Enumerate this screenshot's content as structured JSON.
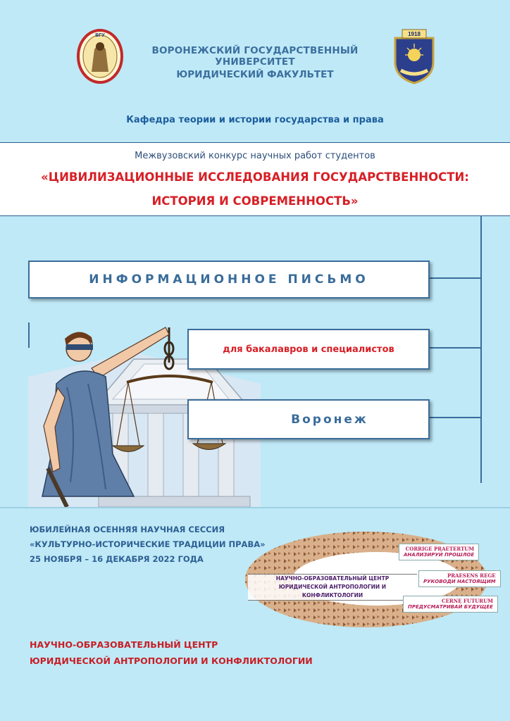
{
  "header": {
    "university": "ВОРОНЕЖСКИЙ ГОСУДАРСТВЕННЫЙ УНИВЕРСИТЕТ",
    "faculty": "ЮРИДИЧЕСКИЙ ФАКУЛЬТЕТ",
    "department": "Кафедра теории и истории государства и права",
    "left_logo_text": "ВГУ",
    "right_logo_text": "1918"
  },
  "contest": {
    "subtitle": "Межвузовский конкурс научных работ студентов",
    "title_line1": "«ЦИВИЛИЗАЦИОННЫЕ ИССЛЕДОВАНИЯ ГОСУДАРСТВЕННОСТИ:",
    "title_line2": "ИСТОРИЯ И СОВРЕМЕННОСТЬ»"
  },
  "boxes": {
    "info_letter": "ИНФОРМАЦИОННОЕ ПИСЬМО",
    "audience": "для бакалавров и специалистов",
    "city": "Воронеж"
  },
  "session": {
    "line1": "ЮБИЛЕЙНАЯ ОСЕННЯЯ НАУЧНАЯ СЕССИЯ",
    "line2": "«КУЛЬТУРНО-ИСТОРИЧЕСКИЕ ТРАДИЦИИ ПРАВА»",
    "line3": "25 НОЯБРЯ – 16 ДЕКАБРЯ 2022 ГОДА"
  },
  "emblem": {
    "center_line1": "НАУЧНО-ОБРАЗОВАТЕЛЬНЫЙ ЦЕНТР",
    "center_line2": "ЮРИДИЧЕСКОЙ АНТРОПОЛОГИИ И КОНФЛИКТОЛОГИИ",
    "tag1_latin": "CORRIGE PRAETERTUM",
    "tag1_rus": "АНАЛИЗИРУЙ ПРОШЛОЕ",
    "tag2_latin": "PRAESENS REGE",
    "tag2_rus": "РУКОВОДИ НАСТОЯЩИМ",
    "tag3_latin": "CERNE FUTURUM",
    "tag3_rus": "ПРЕДУСМАТРИВАЙ БУДУЩЕЕ"
  },
  "footer": {
    "line1": "НАУЧНО-ОБРАЗОВАТЕЛЬНЫЙ ЦЕНТР",
    "line2": "ЮРИДИЧЕСКОЙ АНТРОПОЛОГИИ И КОНФЛИКТОЛОГИИ"
  },
  "colors": {
    "background": "#bfe9f7",
    "accent_blue": "#3a6c9a",
    "accent_red": "#d71f26"
  }
}
